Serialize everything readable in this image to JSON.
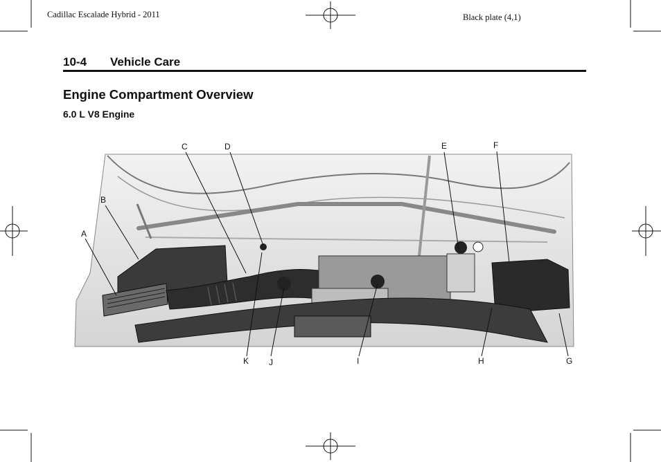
{
  "header": {
    "book_title": "Cadillac Escalade Hybrid - 2011",
    "plate": "Black plate (4,1)"
  },
  "section": {
    "number": "10-4",
    "name": "Vehicle Care"
  },
  "page": {
    "title": "Engine Compartment Overview",
    "subtitle": "6.0 L V8 Engine"
  },
  "figure": {
    "callouts": {
      "a": "A",
      "b": "B",
      "c": "C",
      "d": "D",
      "e": "E",
      "f": "F",
      "g": "G",
      "h": "H",
      "i": "I",
      "j": "J",
      "k": "K"
    }
  }
}
